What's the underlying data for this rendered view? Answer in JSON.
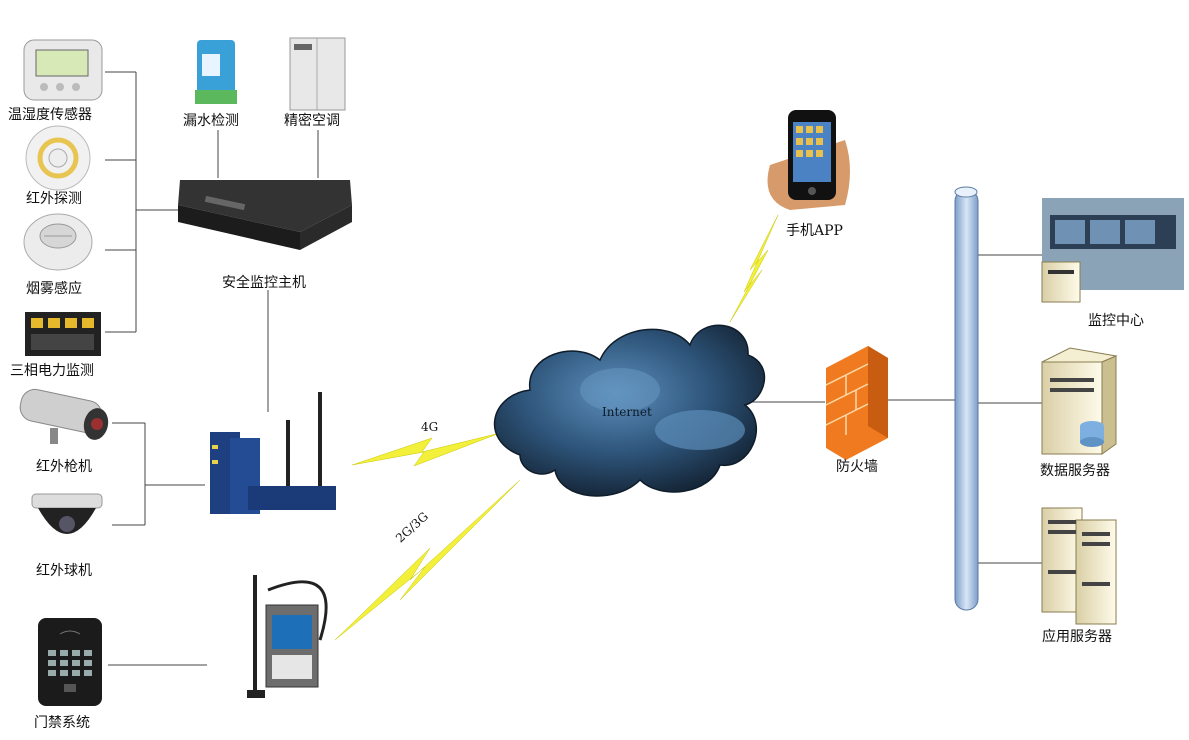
{
  "devices": {
    "temp_humidity": "温湿度传感器",
    "infrared": "红外探测",
    "smoke": "烟雾感应",
    "power": "三相电力监测",
    "ir_gun": "红外枪机",
    "ir_dome": "红外球机",
    "access": "门禁系统",
    "leak": "漏水检测",
    "ac": "精密空调",
    "host": "安全监控主机"
  },
  "network": {
    "internet": "Internet",
    "link_4g": "4G",
    "link_2g3g": "2G/3G",
    "phone": "手机APP",
    "firewall": "防火墙"
  },
  "servers": {
    "monitor_center": "监控中心",
    "data_server": "数据服务器",
    "app_server": "应用服务器"
  },
  "colors": {
    "cloud": "#27486a",
    "cloud_light": "#4f82b0",
    "bolt": "#f2f03a",
    "firewall": "#f07a20",
    "bus": "#a9c4e4"
  }
}
